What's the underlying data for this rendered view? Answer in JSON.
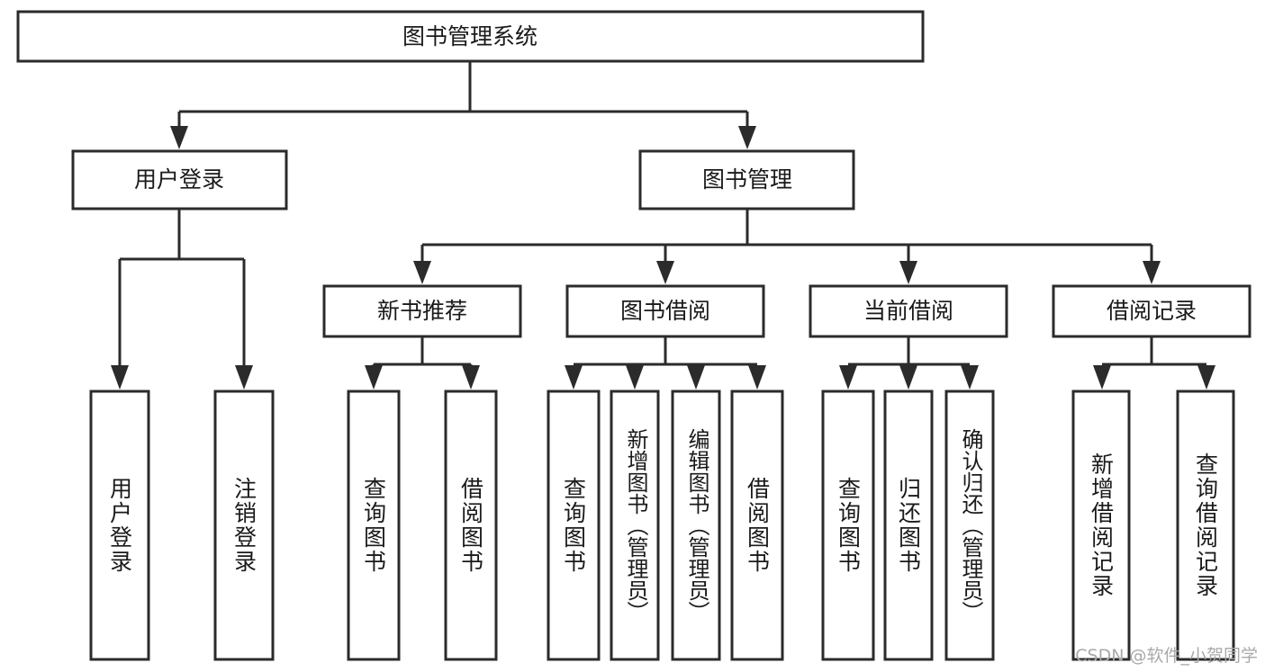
{
  "diagram": {
    "type": "tree-hierarchy",
    "title_node": {
      "label": "图书管理系统"
    },
    "level2": [
      {
        "label": "用户登录"
      },
      {
        "label": "图书管理"
      }
    ],
    "level3": [
      {
        "label": "新书推荐"
      },
      {
        "label": "图书借阅"
      },
      {
        "label": "当前借阅"
      },
      {
        "label": "借阅记录"
      }
    ],
    "leaves": {
      "user_login": [
        {
          "label": "用户登录"
        },
        {
          "label": "注销登录"
        }
      ],
      "new_book_recommend": [
        {
          "label": "查询图书"
        },
        {
          "label": "借阅图书"
        }
      ],
      "book_borrow": [
        {
          "label": "查询图书"
        },
        {
          "label": "新增图书（管理员）"
        },
        {
          "label": "编辑图书（管理员）"
        },
        {
          "label": "借阅图书"
        }
      ],
      "current_borrow": [
        {
          "label": "查询图书"
        },
        {
          "label": "归还图书"
        },
        {
          "label": "确认归还（管理员）"
        }
      ],
      "borrow_record": [
        {
          "label": "新增借阅记录"
        },
        {
          "label": "查询借阅记录"
        }
      ]
    }
  },
  "watermark": {
    "text": "CSDN @软件_小贺同学"
  },
  "colors": {
    "box_stroke": "#2b2b2b",
    "box_fill": "#ffffff",
    "text": "#1a1a1a",
    "watermark": "#a9a9a9",
    "background": "#ffffff"
  }
}
